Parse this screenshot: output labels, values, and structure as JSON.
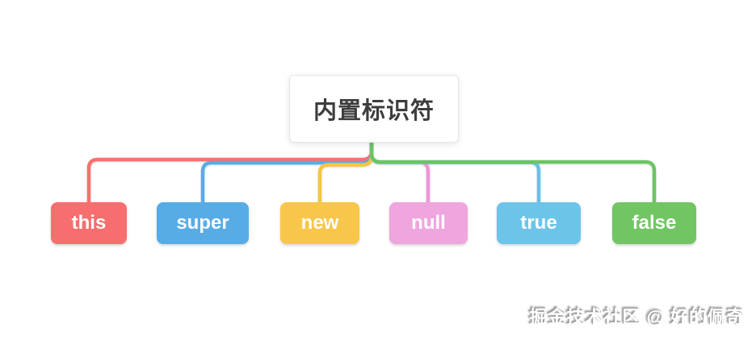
{
  "root": {
    "label": "内置标识符",
    "text_color": "#3d3d3d",
    "background": "#ffffff"
  },
  "children": [
    {
      "label": "this",
      "box_color": "#f76e6e",
      "line_color": "#f8706f"
    },
    {
      "label": "super",
      "box_color": "#57ace6",
      "line_color": "#58ace8"
    },
    {
      "label": "new",
      "box_color": "#f8c64b",
      "line_color": "#f7c542"
    },
    {
      "label": "null",
      "box_color": "#efa6de",
      "line_color": "#ee96da"
    },
    {
      "label": "true",
      "box_color": "#6cc5e8",
      "line_color": "#64c3e6"
    },
    {
      "label": "false",
      "box_color": "#72c563",
      "line_color": "#6cc463"
    }
  ],
  "watermark": {
    "text": "掘金技术社区 @ 好的佩奇"
  },
  "page_background": "#ffffff"
}
